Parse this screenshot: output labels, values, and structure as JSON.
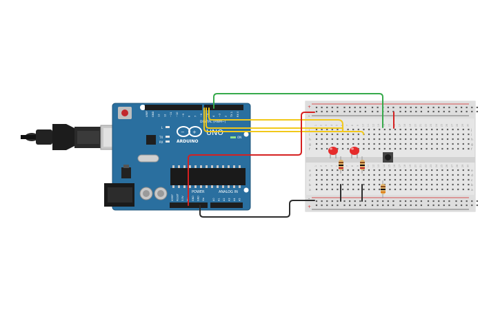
{
  "arduino": {
    "logo_text": "ARDUINO",
    "model": "UNO",
    "digital_label": "DIGITAL (PWM~)",
    "power_label": "POWER",
    "analog_label": "ANALOG IN",
    "on_label": "ON",
    "tx_label": "TX",
    "rx_label": "RX",
    "l_label": "L",
    "top_pins": [
      "AREF",
      "GND",
      "13",
      "12",
      "~11",
      "~10",
      "~9",
      "8",
      "7",
      "~6",
      "~5",
      "4",
      "~3",
      "2",
      "TX 1",
      "RX 0"
    ],
    "power_pins": [
      "IOREF",
      "RESET",
      "3.3V",
      "5V",
      "GND",
      "GND",
      "Vin"
    ],
    "analog_pins": [
      "A0",
      "A1",
      "A2",
      "A3",
      "A4",
      "A5"
    ]
  },
  "breadboard": {
    "row_letters_top": [
      "j",
      "i",
      "h",
      "g",
      "f"
    ],
    "row_letters_bottom": [
      "e",
      "d",
      "c",
      "b",
      "a"
    ],
    "plus": "+",
    "minus": "-",
    "columns": 30
  },
  "colors": {
    "board": "#2a6f9f",
    "wire_green": "#35a94a",
    "wire_yellow": "#f2c81a",
    "wire_red": "#d62020",
    "wire_black": "#2b2b2b",
    "led_red": "#e52b2b"
  }
}
